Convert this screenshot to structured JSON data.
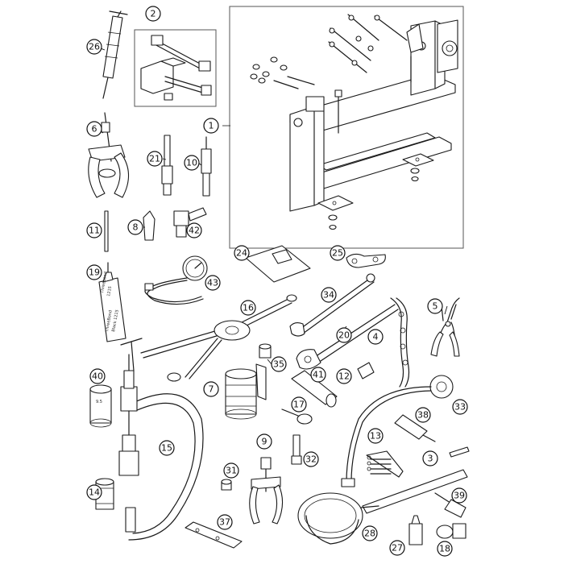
{
  "callouts": [
    "1",
    "2",
    "3",
    "4",
    "5",
    "6",
    "7",
    "8",
    "9",
    "10",
    "11",
    "12",
    "13",
    "14",
    "15",
    "16",
    "17",
    "18",
    "19",
    "20",
    "21",
    "24",
    "25",
    "26",
    "27",
    "28",
    "31",
    "32",
    "33",
    "34",
    "35",
    "37",
    "38",
    "39",
    "40",
    "41",
    "42",
    "43"
  ],
  "tube_19_text": [
    "Threebond",
    "1215",
    "ThreeBond",
    "Black 1215"
  ],
  "part_40_text": "9.5"
}
